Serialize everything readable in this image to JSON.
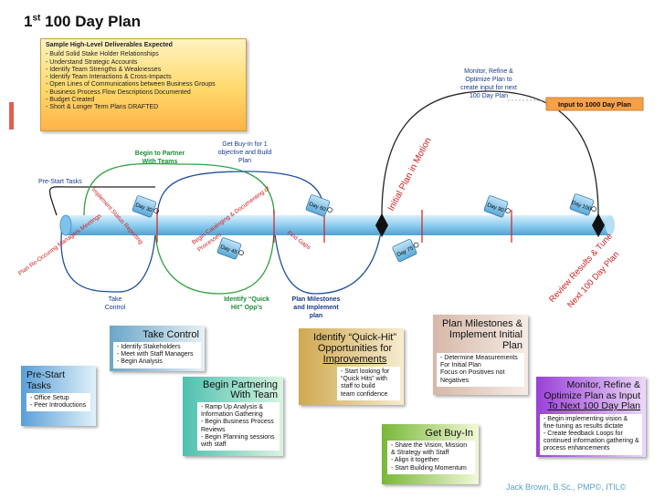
{
  "title": {
    "main": "100 Day Plan",
    "ordinal": "1",
    "sup": "st"
  },
  "note": {
    "heading": "Sample High-Level Deliverables Expected",
    "items": [
      "- Build Solid Stake Holder Relationships",
      "- Understand Strategic Accounts",
      "- Identify Team Strengths & Weaknesses",
      "- Identify Team Interactions & Cross-Impacts",
      "- Open Lines of Communications between Business Groups",
      "- Business Process Flow Descriptions Documented",
      "- Budget Created",
      "- Short & Longer Term Plans DRAFTED"
    ]
  },
  "timeline": {
    "input_label": "Input to 1000 Day Plan",
    "tags": {
      "d30": "Day 30",
      "d45": "Day 45",
      "d60": "Day 60",
      "d75": "Day 75",
      "d90": "Day 90",
      "d100": "Day 100"
    },
    "labels": {
      "pre_start": "Pre-Start Tasks",
      "begin_partner_1": "Begin to Partner",
      "begin_partner_2": "With Teams",
      "get_buyin_1": "Get Buy-In for 1",
      "get_buyin_2": "objective and Build",
      "get_buyin_3": "Plan",
      "monitor_1": "Monitor, Refine &",
      "monitor_2": "Optimize Plan to",
      "monitor_3": "create input for next",
      "monitor_4": "100 Day Plan",
      "take_control_1": "Take",
      "take_control_2": "Control",
      "quick_hit_1": "Identify “Quick",
      "quick_hit_2": "Hit” Opp’s",
      "milestones_1": "Plan Milestones",
      "milestones_2": "and Implement",
      "milestones_3": "plan",
      "implement_status": "Implement Status Reporting",
      "catalog_1": "Begin Cataloging & Documenting of",
      "catalog_2": "Processes",
      "find_gaps": "Find Gaps",
      "meetings": "Plan Re-Occuring Managers Meetings",
      "initial_motion": "Initial Plan in Motion",
      "review_1": "Review Results & Tune",
      "review_2": "Next 100 Day Plan"
    }
  },
  "cards": {
    "pre_start": {
      "title": "Pre-Start Tasks",
      "items": [
        "- Office Setup",
        "- Peer Introductions"
      ]
    },
    "take_control": {
      "title": "Take Control",
      "items": [
        "- Identify Stakeholders",
        "- Meet with Staff Managers",
        "- Begin Analysis"
      ]
    },
    "begin_partnering": {
      "title_1": "Begin Partnering",
      "title_2": "With Team",
      "items": [
        "- Ramp Up Analysis &",
        "Information Gathering",
        "- Begin Business Process",
        "Reviews",
        "- Begin Planning sessions",
        "with staff"
      ]
    },
    "quick_hit": {
      "title_1": "Identify “Quick-Hit”",
      "title_2": "Opportunities for",
      "title_3": "Improvements",
      "items": [
        "- Start looking for",
        "“Quick Hits” with",
        "staff to build",
        "team confidence"
      ]
    },
    "milestones": {
      "title_1": "Plan Milestones &",
      "title_2": "Implement Initial",
      "title_3": "Plan",
      "items": [
        "- Determine Measurements",
        "For Initial Plan",
        "Focus on Positives not",
        "Negatives"
      ]
    },
    "get_buyin": {
      "title": "Get Buy-In",
      "items": [
        "- Share the Vision, Mission",
        "& Strategy with Staff",
        "- Align it together",
        "- Start Building Momentum"
      ]
    },
    "monitor": {
      "title_1": "Monitor, Refine &",
      "title_2": "Optimize Plan as Input",
      "title_3": "To Next 100 Day Plan",
      "items": [
        "- Begin implementing vision &",
        "fine-tuning as results dictate",
        "- Create feedback Loops for",
        "continued information gathering &",
        "process enhancements"
      ]
    }
  },
  "signature": "Jack Brown, B.Sc., PMP©, ITIL©"
}
